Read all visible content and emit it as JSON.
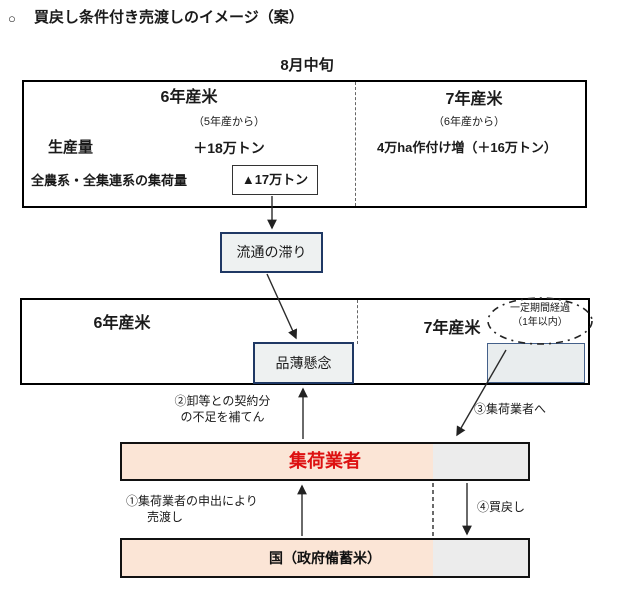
{
  "page": {
    "title_bullet": "○",
    "title": "買戻し条件付き売渡しのイメージ（案）",
    "date_label": "8月中旬"
  },
  "top_box": {
    "left_label": "6年産米",
    "left_sub": "（5年産から）",
    "right_label": "7年産米",
    "right_sub": "（6年産から）",
    "production_label": "生産量",
    "production_value": "＋18万トン",
    "right_value": "4万ha作付け増（＋16万トン）",
    "collection_label": "全農系・全集連系の集荷量",
    "collection_value": "▲17万トン"
  },
  "middle": {
    "delay_box": "流通の滞り"
  },
  "second_box": {
    "left_label": "6年産米",
    "right_label": "7年産米",
    "shortage_box": "品薄懸念",
    "ellipse_line1": "一定期間経過",
    "ellipse_line2": "（1年以内）"
  },
  "flow": {
    "step1_line1": "①集荷業者の申出により",
    "step1_line2": "売渡し",
    "step2_line1": "②卸等との契約分",
    "step2_line2": "の不足を補てん",
    "step3": "③集荷業者へ",
    "step4": "④買戻し"
  },
  "entities": {
    "collector": "集荷業者",
    "government": "国（政府備蓄米）"
  },
  "colors": {
    "peach_fill": "#fbe5d6",
    "gray_fill": "#ececec",
    "navy_border": "#1f3864",
    "collector_text": "#dd1111",
    "light_gray_box": "#e9edee"
  }
}
